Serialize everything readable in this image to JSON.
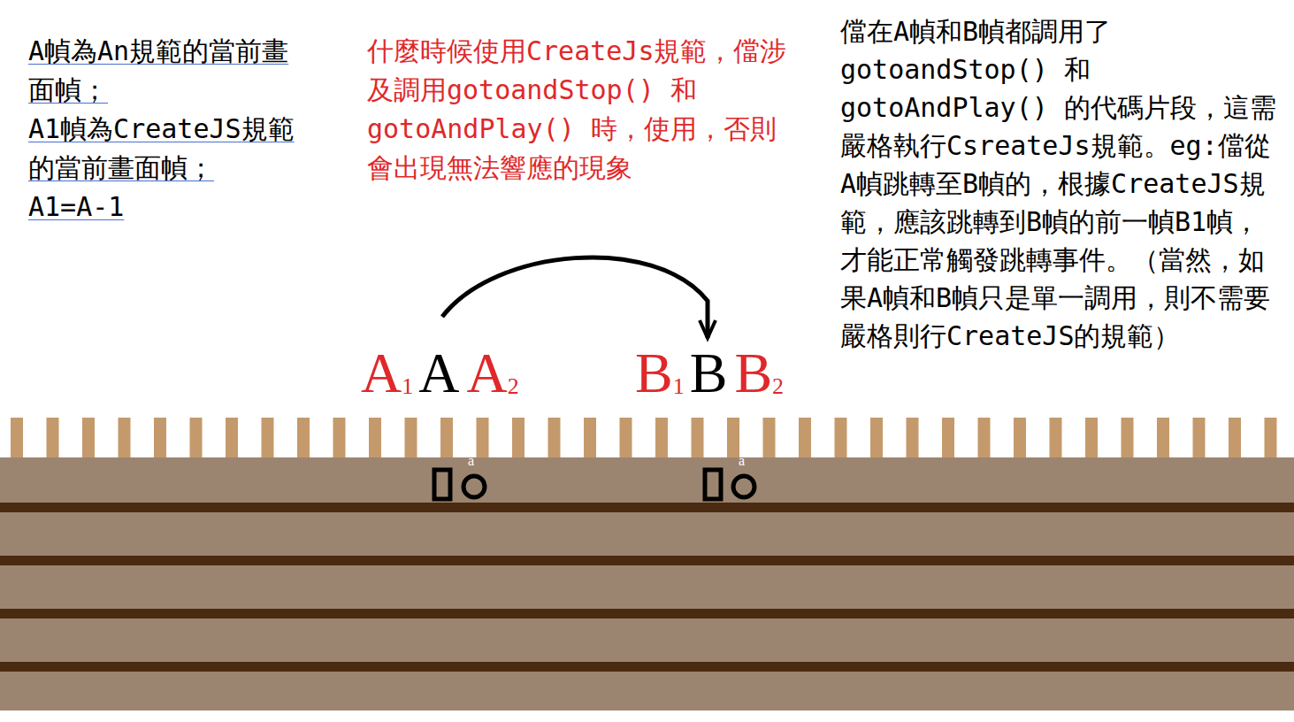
{
  "diagram": {
    "labels": [
      "A幀為An規範的當前畫面幀；",
      "A1幀為CreateJS規範的當前畫面幀；",
      "A1=A-1",
      "什麼時候使用CreateJs規範，儅涉及調用gotoandStop() 和 gotoAndPlay() 時，使用，否則會出現無法響應的現象",
      "儅在A幀和B幀都調用了gotoandStop() 和 gotoAndPlay() 的代碼片段，這需嚴格執行CsreateJs規範。eg:儅從A幀跳轉至B幀的，根據CreateJS規範，應該跳轉到B幀的前一幀B1幀，才能正常觸發跳轉事件。（當然，如果A幀和B幀只是單一調用，則不需要嚴格則行CreateJS的規範）",
      "A",
      "1",
      "A",
      "A",
      "2",
      "B",
      "1",
      "B",
      "B",
      "2",
      "a",
      "a"
    ]
  }
}
